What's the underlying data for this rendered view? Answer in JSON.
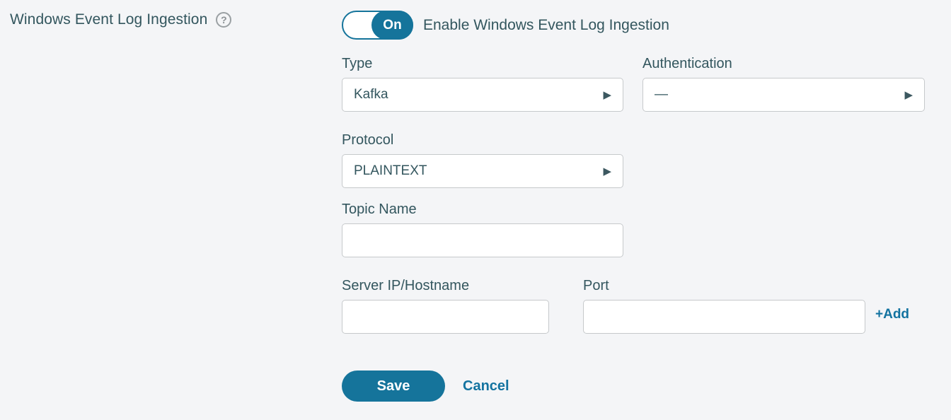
{
  "colors": {
    "background": "#f4f5f7",
    "accent_teal": "#15749b",
    "link_blue": "#1373a0",
    "text_dark_teal": "#33565e",
    "input_border": "#c6c9cb"
  },
  "section": {
    "title": "Windows Event Log Ingestion",
    "help_icon_glyph": "?"
  },
  "toggle": {
    "state_label": "On",
    "label": "Enable Windows Event Log Ingestion"
  },
  "fields": {
    "type": {
      "label": "Type",
      "value": "Kafka"
    },
    "authentication": {
      "label": "Authentication",
      "value": "—"
    },
    "protocol": {
      "label": "Protocol",
      "value": "PLAINTEXT"
    },
    "topic_name": {
      "label": "Topic Name",
      "value": "",
      "placeholder": ""
    },
    "server": {
      "label": "Server IP/Hostname",
      "value": "",
      "placeholder": ""
    },
    "port": {
      "label": "Port",
      "value": "",
      "placeholder": ""
    }
  },
  "icons": {
    "dropdown_arrow": "▶"
  },
  "actions": {
    "add_label": "+Add",
    "save_label": "Save",
    "cancel_label": "Cancel"
  }
}
